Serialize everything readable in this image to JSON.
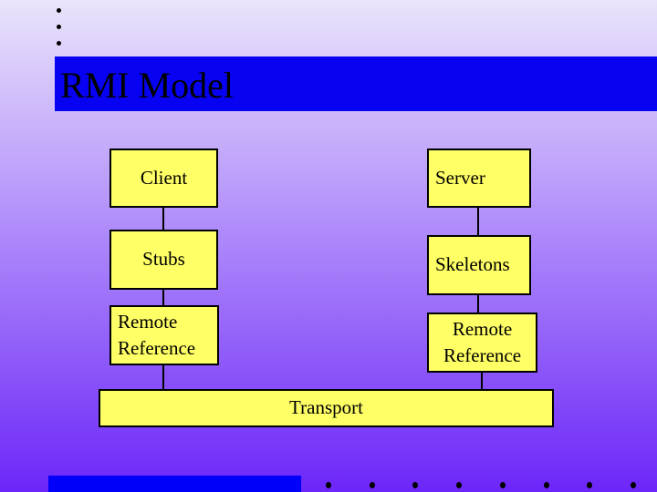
{
  "slide": {
    "title": "RMI Model"
  },
  "diagram": {
    "client": {
      "label": "Client"
    },
    "stubs": {
      "label": "Stubs"
    },
    "remote_reference_left": {
      "label": "Remote Reference"
    },
    "server": {
      "label": "Server"
    },
    "skeletons": {
      "label": "Skeletons"
    },
    "remote_reference_right": {
      "label": "Remote Reference"
    },
    "transport": {
      "label": "Transport"
    }
  },
  "colors": {
    "title_bar_blue": "#0703f2",
    "bottom_bar_blue": "#0000fa",
    "box_yellow": "#ffff66",
    "background_top": "#eae4fa",
    "background_bottom": "#6c26f9",
    "text_black": "#000000"
  },
  "decorations": {
    "top_dot_count": 3,
    "bottom_dot_count": 8
  }
}
